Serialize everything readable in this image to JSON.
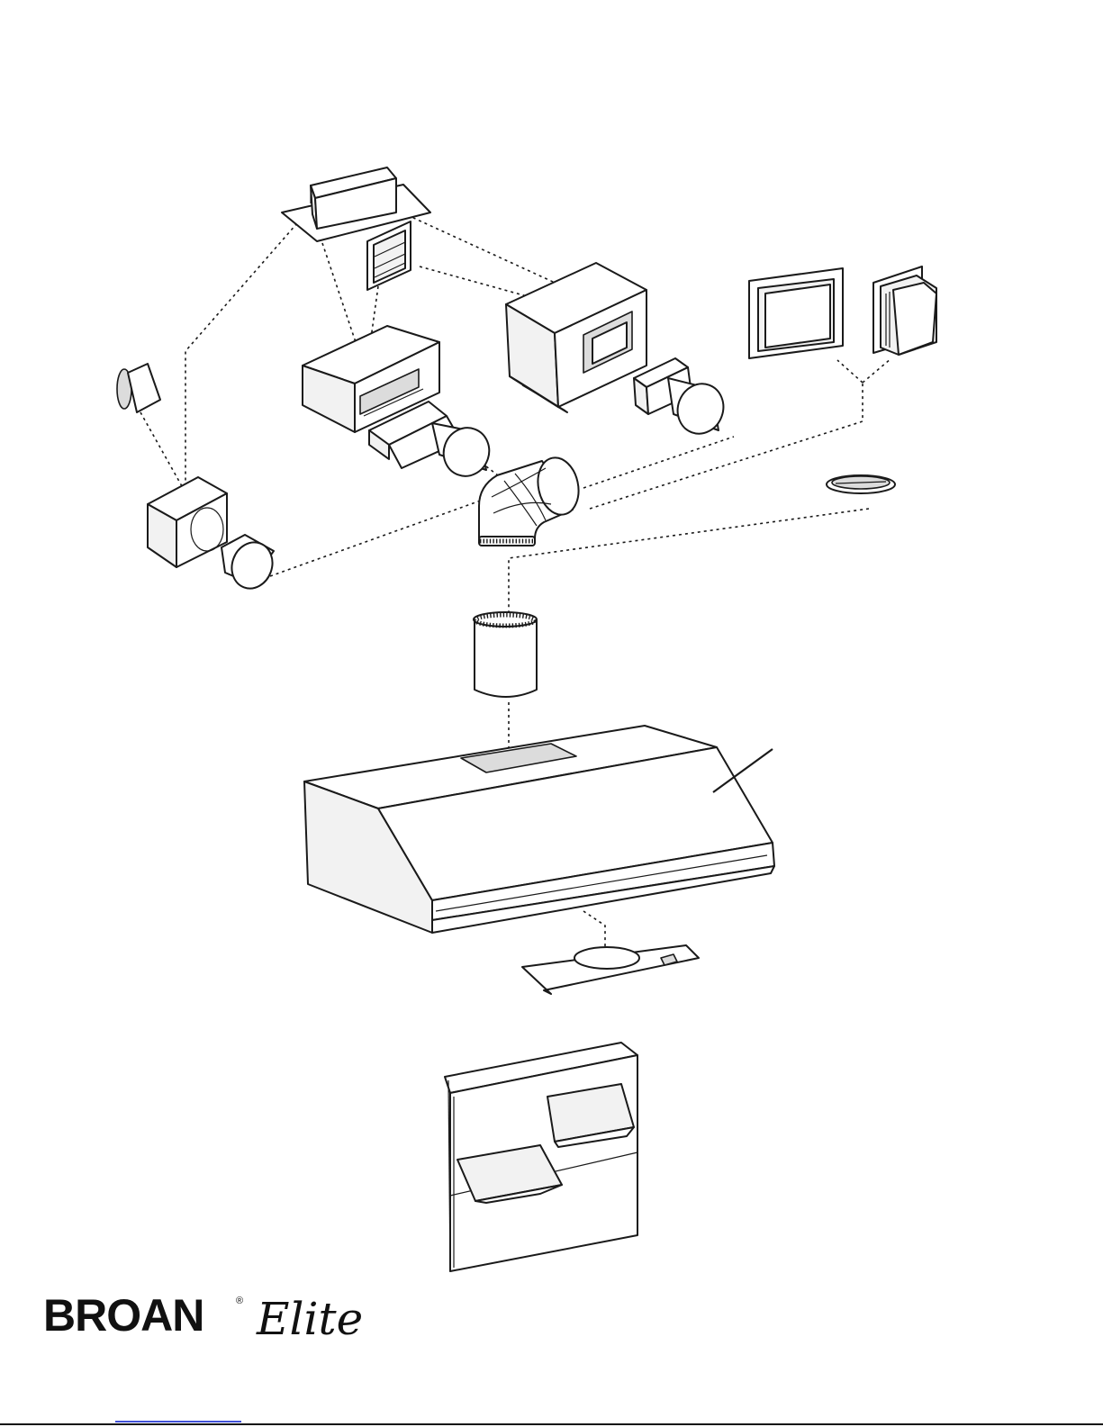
{
  "logo": {
    "brand": "BROAN",
    "sub_brand": "Elite",
    "registered_mark": "®"
  },
  "parts": [
    "roof-cap",
    "wall-louver",
    "rectangular-duct-box",
    "ceiling-box",
    "wall-plate",
    "wall-cap",
    "small-wall-cap",
    "small-box",
    "duct-connector",
    "duct-elbow",
    "damper-plug",
    "round-duct",
    "range-hood",
    "bottom-plate",
    "filter-panel"
  ],
  "colors": {
    "line": "#1a1a1a",
    "paper": "#ffffff",
    "footer_link": "#3f4fd6"
  }
}
